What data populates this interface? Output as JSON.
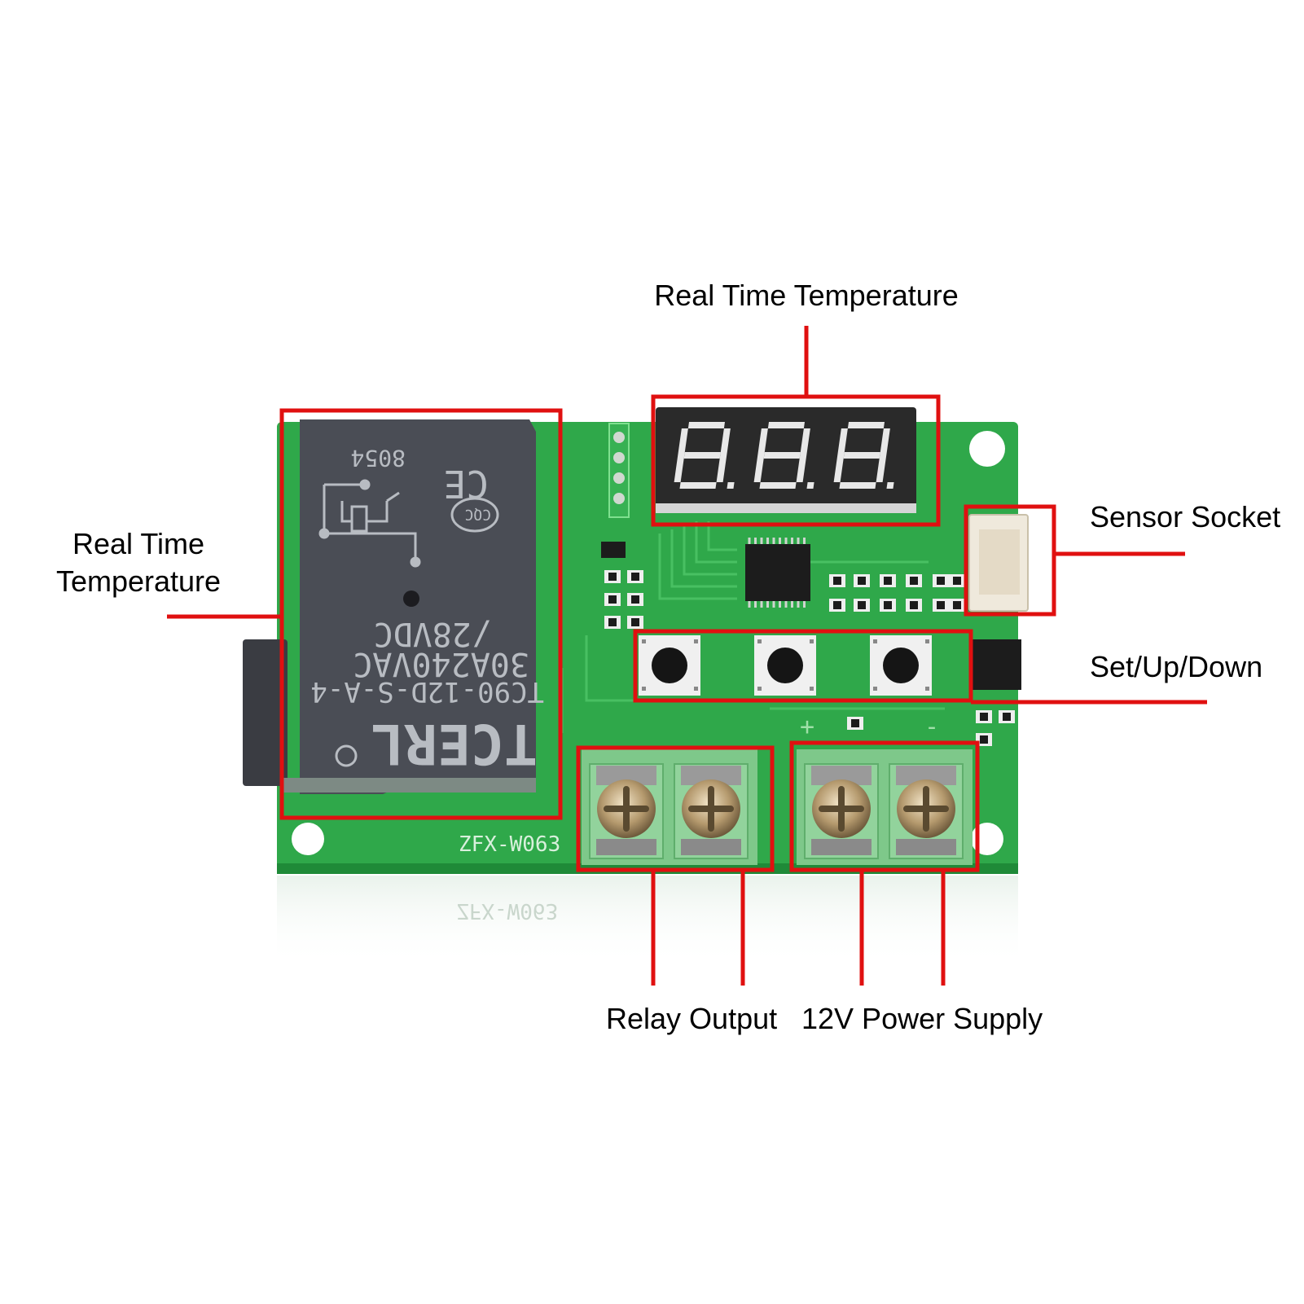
{
  "colors": {
    "annotation": "#e01010",
    "pcb": "#2fa84a",
    "pcb_dark": "#1f8a38",
    "relay_body": "#4a4d55",
    "terminal": "#7ec88a",
    "display": "#2a2a2a",
    "segment": "#e8e8e8"
  },
  "labels": {
    "display": "Real Time Temperature",
    "relay_line1": "Real Time",
    "relay_line2": "Temperature",
    "sensor": "Sensor Socket",
    "buttons": "Set/Up/Down",
    "relay_output": "Relay Output",
    "power": "12V Power Supply"
  },
  "board": {
    "model": "ZFX-W063",
    "relay_text": {
      "code": "8054",
      "brand": "TCERL",
      "part": "TC90-12D-S-A-4",
      "rating_ac": "30A240VAC",
      "rating_dc": "/28VDC",
      "cqc": "CQC",
      "ce": "CE"
    },
    "display_digits": "8.8.8.",
    "polarity_plus": "+",
    "polarity_minus": "-"
  }
}
